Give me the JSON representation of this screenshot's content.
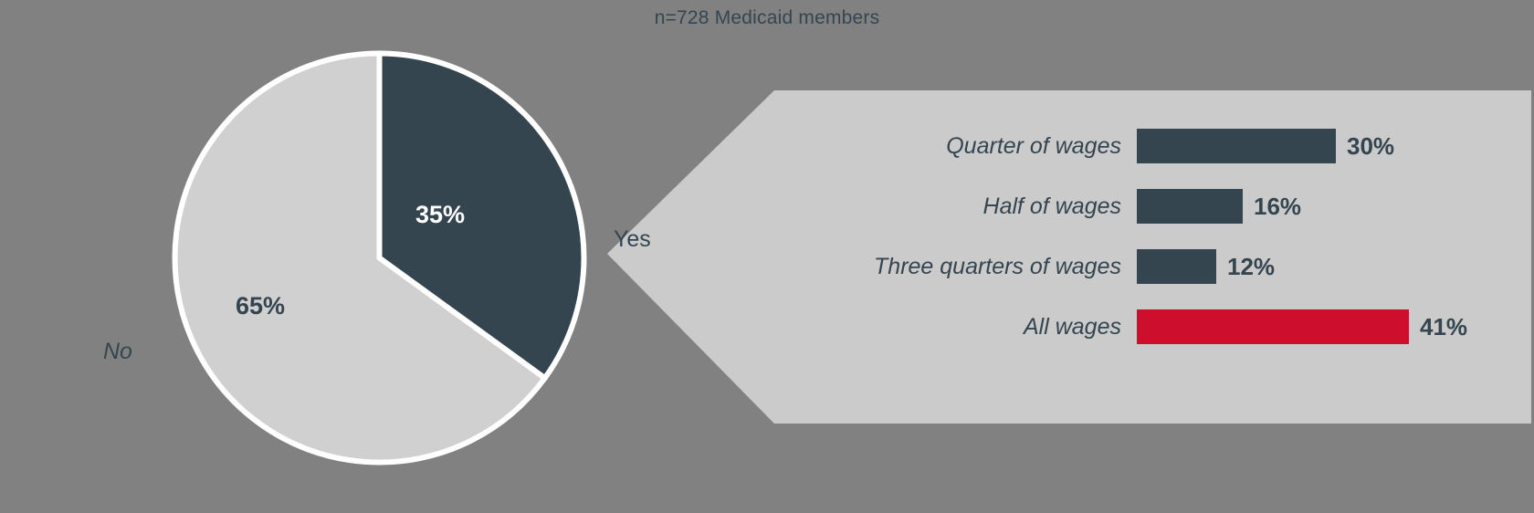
{
  "title": "n=728 Medicaid members",
  "colors": {
    "background": "#818181",
    "panel": "#cbcbcb",
    "dark": "#35454f",
    "light_slice": "#d0d0d0",
    "red": "#ce0e2d",
    "text_dark": "#35454f",
    "text_light": "#ffffff",
    "slice_stroke": "#ffffff"
  },
  "chart_data": [
    {
      "type": "pie",
      "title": "n=728 Medicaid members",
      "categories": [
        "Yes",
        "No"
      ],
      "values": [
        35,
        65
      ],
      "value_labels": [
        "35%",
        "65%"
      ],
      "colors": [
        "#35454f",
        "#d0d0d0"
      ],
      "start_angle_deg": 0,
      "direction": "clockwise",
      "legend": "inline-labels"
    },
    {
      "type": "bar",
      "orientation": "horizontal",
      "title": "",
      "xlabel": "",
      "ylabel": "",
      "categories": [
        "Quarter of wages",
        "Half of wages",
        "Three quarters of wages",
        "All wages"
      ],
      "values": [
        30,
        16,
        12,
        41
      ],
      "value_labels": [
        "30%",
        "16%",
        "12%",
        "41%"
      ],
      "colors": [
        "#35454f",
        "#35454f",
        "#35454f",
        "#ce0e2d"
      ],
      "xlim": [
        0,
        41
      ],
      "grid": false,
      "legend": "none"
    }
  ],
  "pie": {
    "slices": [
      {
        "name": "Yes",
        "value": 35,
        "value_label": "35%",
        "color": "#35454f"
      },
      {
        "name": "No",
        "value": 65,
        "value_label": "65%",
        "color": "#d0d0d0"
      }
    ],
    "outside_label": "No"
  },
  "callout": {
    "label": "Yes"
  },
  "bars": {
    "max_value": 41,
    "rows": [
      {
        "label": "Quarter of wages",
        "value": 30,
        "value_label": "30%",
        "color": "#35454f"
      },
      {
        "label": "Half of wages",
        "value": 16,
        "value_label": "16%",
        "color": "#35454f"
      },
      {
        "label": "Three quarters of wages",
        "value": 12,
        "value_label": "12%",
        "color": "#35454f"
      },
      {
        "label": "All wages",
        "value": 41,
        "value_label": "41%",
        "color": "#ce0e2d"
      }
    ]
  }
}
